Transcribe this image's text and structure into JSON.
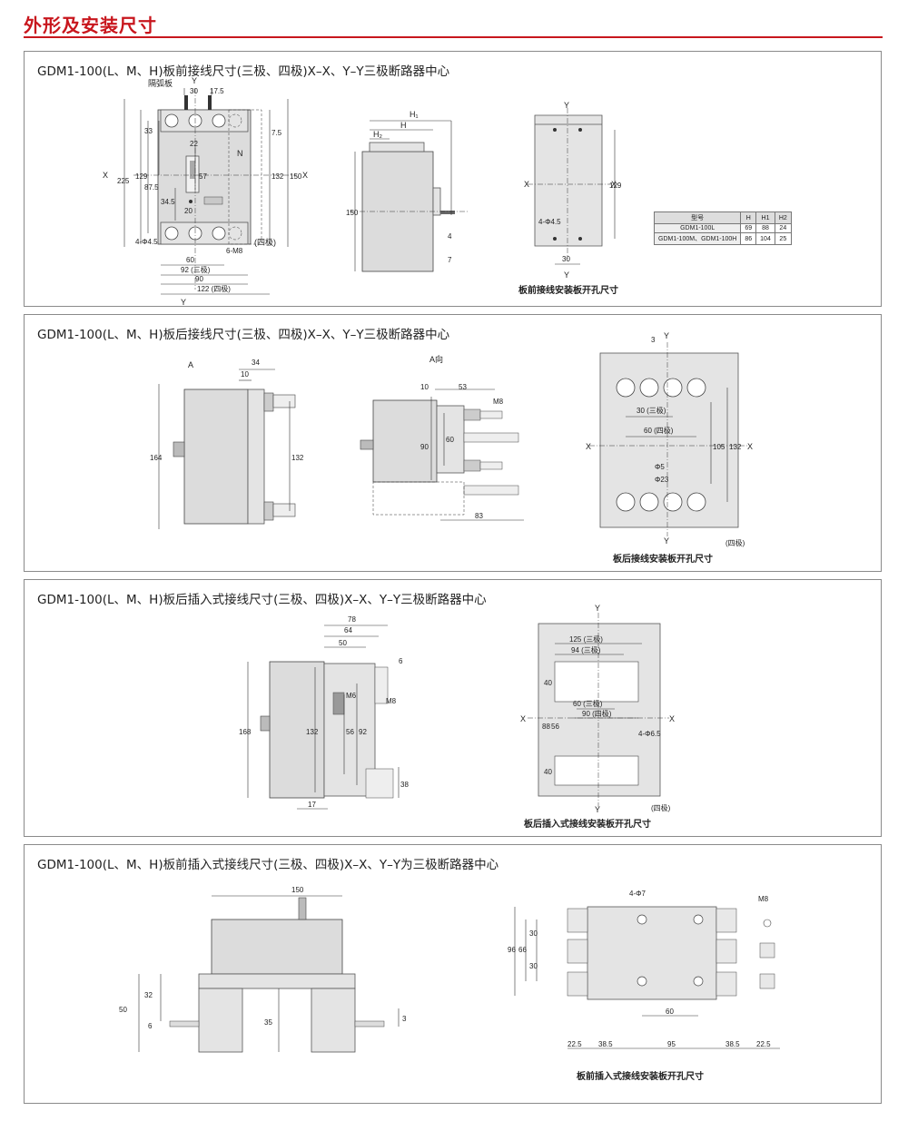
{
  "page_title": "外形及安装尺寸",
  "panels": [
    {
      "title": "GDM1-100(L、M、H)板前接线尺寸(三极、四极)X–X、Y–Y三极断路器中心",
      "caption": "板前接线安装板开孔尺寸",
      "labels": {
        "partition": "隔弧板",
        "y": "Y",
        "x": "X",
        "n": "N",
        "four_pole": "(四极)",
        "holes_left": "4-Φ4.5",
        "bolt": "6-M8",
        "h": "H",
        "h1": "H₁",
        "h2": "H₂",
        "hole_right": "4-Φ4.5"
      },
      "dims_front": [
        "30",
        "17.5",
        "33",
        "22",
        "129",
        "87.5",
        "57",
        "34.5",
        "20",
        "225",
        "7.5",
        "132",
        "150",
        "60",
        "92 (三极)",
        "90",
        "122 (四极)"
      ],
      "dims_side": [
        "150",
        "4",
        "7"
      ],
      "dims_plate": [
        "129",
        "30"
      ],
      "spec_table": {
        "headers": [
          "型号",
          "H",
          "H1",
          "H2"
        ],
        "rows": [
          [
            "GDM1-100L",
            "69",
            "88",
            "24"
          ],
          [
            "GDM1-100M、GDM1-100H",
            "86",
            "104",
            "25"
          ]
        ]
      }
    },
    {
      "title": "GDM1-100(L、M、H)板后接线尺寸(三极、四极)X–X、Y–Y三极断路器中心",
      "caption": "板后接线安装板开孔尺寸",
      "labels": {
        "a_arrow": "A",
        "a_view": "A向",
        "y": "Y",
        "x": "X",
        "four_pole": "(四极)",
        "phi5": "Φ5",
        "phi23": "Φ23",
        "m8": "M8"
      },
      "dims_side": [
        "34",
        "10",
        "164",
        "132"
      ],
      "dims_view": [
        "10",
        "53",
        "60",
        "90",
        "83"
      ],
      "dims_plate": [
        "3",
        "30 (三极)",
        "60 (四极)",
        "105",
        "132"
      ]
    },
    {
      "title": "GDM1-100(L、M、H)板后插入式接线尺寸(三极、四极)X–X、Y–Y三极断路器中心",
      "caption": "板后插入式接线安装板开孔尺寸",
      "labels": {
        "y": "Y",
        "x": "X",
        "four_pole": "(四极)",
        "m6": "M6",
        "m8": "M8",
        "holes": "4-Φ6.5"
      },
      "dims_side": [
        "78",
        "64",
        "50",
        "6",
        "168",
        "132",
        "56",
        "92",
        "38",
        "17"
      ],
      "dims_plate": [
        "125 (三极)",
        "94 (三极)",
        "40",
        "60 (三极)",
        "90 (四极)",
        "88",
        "56",
        "40"
      ]
    },
    {
      "title": "GDM1-100(L、M、H)板前插入式接线尺寸(三极、四极)X–X、Y–Y为三极断路器中心",
      "caption": "板前插入式接线安装板开孔尺寸",
      "labels": {
        "holes": "4-Φ7",
        "m8": "M8"
      },
      "dims_side": [
        "150",
        "50",
        "32",
        "6",
        "35",
        "3"
      ],
      "dims_plate": [
        "96",
        "66",
        "30",
        "30",
        "60",
        "22.5",
        "38.5",
        "95",
        "38.5",
        "22.5"
      ]
    }
  ]
}
